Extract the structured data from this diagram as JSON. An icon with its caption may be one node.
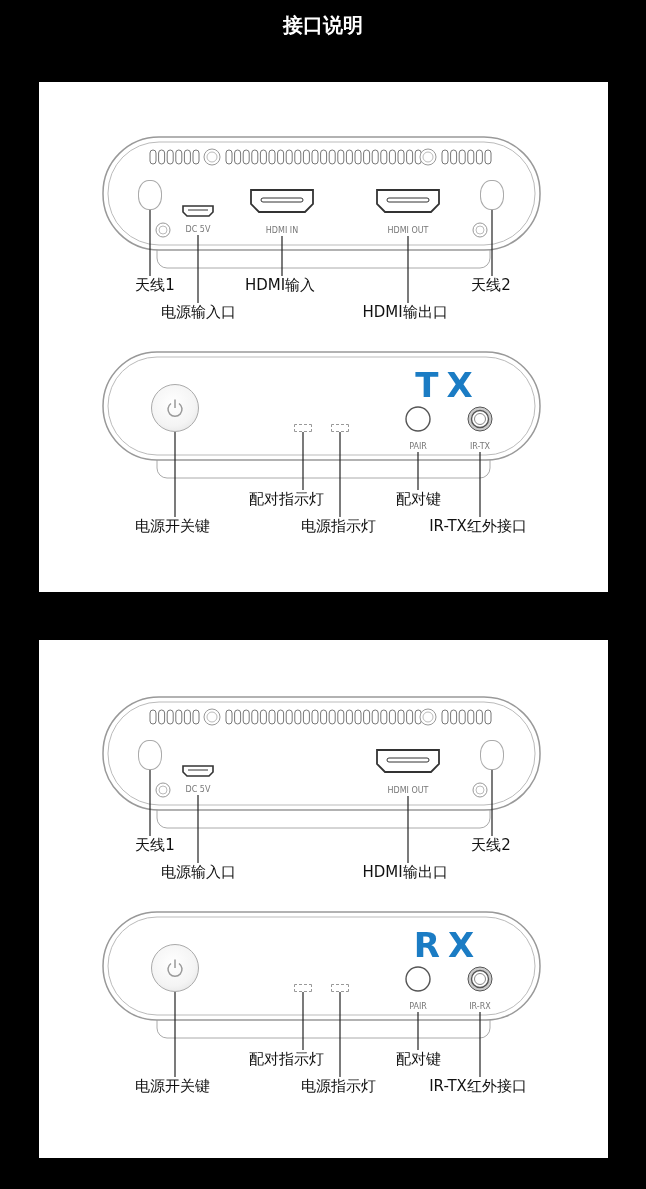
{
  "diagram": {
    "title": "接口说明",
    "nodes": [
      {
        "text": [],
        "shape": "circle"
      },
      {
        "text": [
          "DC 5V"
        ]
      },
      {
        "text": [
          "HDMI IN"
        ]
      },
      {
        "text": [
          "HDMI OUT"
        ]
      },
      {
        "text": [],
        "shape": "circle"
      },
      {
        "text": [
          "天线1"
        ]
      },
      {
        "text": [
          "电源输入口"
        ]
      },
      {
        "text": [
          "HDMI输入"
        ]
      },
      {
        "text": [
          "HDMI输出口"
        ]
      },
      {
        "text": [
          "天线2"
        ]
      },
      {
        "text": [],
        "shape": "circle"
      },
      {
        "text": [],
        "shape": "box"
      },
      {
        "text": [],
        "shape": "box"
      },
      {
        "text": [
          "PAIR"
        ]
      },
      {
        "text": [
          "IR-TX"
        ]
      },
      {
        "text": [
          "配对指示灯"
        ]
      },
      {
        "text": [
          "配对键"
        ]
      },
      {
        "text": [
          "电源开关键"
        ]
      },
      {
        "text": [
          "电源指示灯"
        ]
      },
      {
        "text": [
          "IR-TX红外接口"
        ]
      },
      {
        "text": [],
        "shape": "circle"
      },
      {
        "text": [
          "DC 5V"
        ]
      },
      {
        "text": [
          "HDMI OUT"
        ]
      },
      {
        "text": [],
        "shape": "circle"
      },
      {
        "text": [
          "天线1"
        ]
      },
      {
        "text": [
          "电源输入口"
        ]
      },
      {
        "text": [
          "HDMI输出口"
        ]
      },
      {
        "text": [
          "天线2"
        ]
      },
      {
        "text": [],
        "shape": "circle"
      },
      {
        "text": [],
        "shape": "box"
      },
      {
        "text": [],
        "shape": "box"
      },
      {
        "text": [
          "PAIR"
        ]
      },
      {
        "text": [
          "IR-RX"
        ]
      },
      {
        "text": [
          "配对指示灯"
        ]
      },
      {
        "text": [
          "配对键"
        ]
      },
      {
        "text": [
          "电源开关键"
        ]
      },
      {
        "text": [
          "电源指示灯"
        ]
      },
      {
        "text": [
          "IR-TX红外接口"
        ]
      }
    ],
    "edges": [
      {
        "from": 5,
        "to": 0,
        "arrow": "none"
      },
      {
        "from": 6,
        "to": 1,
        "arrow": "none"
      },
      {
        "from": 7,
        "to": 2,
        "arrow": "none"
      },
      {
        "from": 8,
        "to": 3,
        "arrow": "none"
      },
      {
        "from": 9,
        "to": 4,
        "arrow": "none"
      },
      {
        "from": 15,
        "to": 11,
        "arrow": "none"
      },
      {
        "from": 16,
        "to": 13,
        "arrow": "none"
      },
      {
        "from": 17,
        "to": 10,
        "arrow": "none"
      },
      {
        "from": 18,
        "to": 12,
        "arrow": "none"
      },
      {
        "from": 19,
        "to": 14,
        "arrow": "none"
      },
      {
        "from": 24,
        "to": 20,
        "arrow": "none"
      },
      {
        "from": 25,
        "to": 21,
        "arrow": "none"
      },
      {
        "from": 26,
        "to": 22,
        "arrow": "none"
      },
      {
        "from": 27,
        "to": 23,
        "arrow": "none"
      },
      {
        "from": 33,
        "to": 29,
        "arrow": "none"
      },
      {
        "from": 34,
        "to": 31,
        "arrow": "none"
      },
      {
        "from": 35,
        "to": 28,
        "arrow": "none"
      },
      {
        "from": 36,
        "to": 30,
        "arrow": "none"
      },
      {
        "from": 37,
        "to": 32,
        "arrow": "none"
      }
    ],
    "labels": [
      "TX",
      "RX"
    ]
  }
}
